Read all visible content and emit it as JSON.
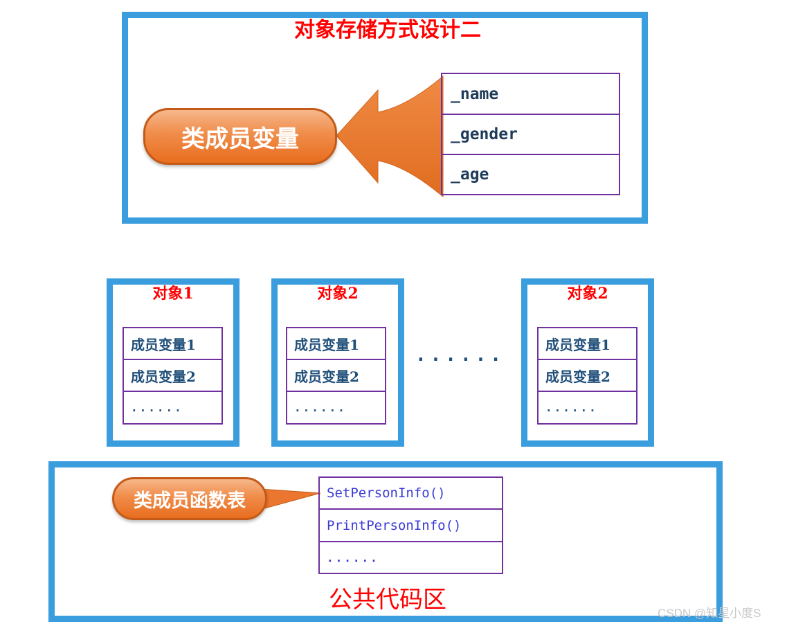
{
  "storage_design": {
    "title": "对象存储方式设计二",
    "callout_label": "类成员变量",
    "fields": [
      "_name",
      "_gender",
      "_age"
    ]
  },
  "objects": [
    {
      "title": "对象1",
      "members": [
        "成员变量1",
        "成员变量2",
        "......"
      ]
    },
    {
      "title": "对象2",
      "members": [
        "成员变量1",
        "成员变量2",
        "......"
      ]
    },
    {
      "title": "对象2",
      "members": [
        "成员变量1",
        "成员变量2",
        "......"
      ]
    }
  ],
  "ellipsis": "......",
  "public_code": {
    "title": "公共代码区",
    "callout_label": "类成员函数表",
    "functions": [
      "SetPersonInfo()",
      "PrintPersonInfo()",
      "......"
    ]
  },
  "watermark": "CSDN @知星小度S",
  "colors": {
    "box_border": "#3a9ddd",
    "cell_border": "#7030a0",
    "title_red": "#ff0000",
    "callout_orange": "#ed7d31"
  }
}
